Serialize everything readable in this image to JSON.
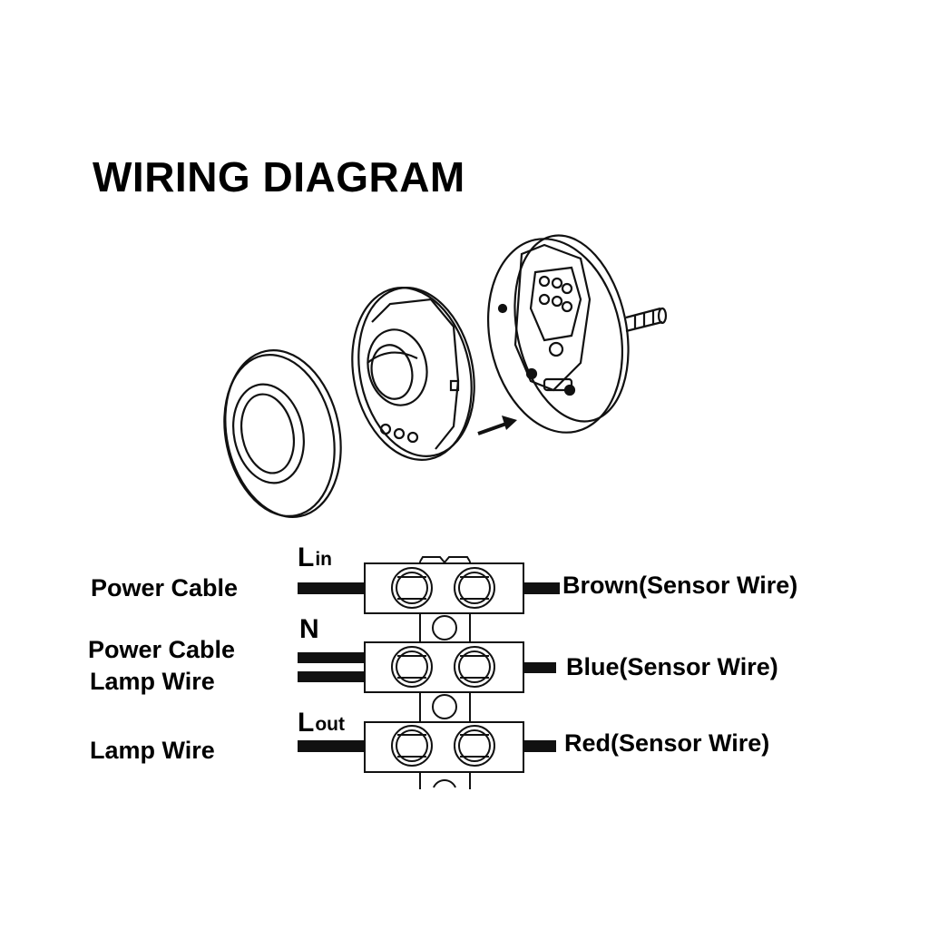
{
  "title": "WIRING DIAGRAM",
  "exploded_view": {
    "parts": [
      "cover-plate",
      "sensor-module",
      "base-housing"
    ],
    "arrow": "assembly-direction"
  },
  "terminals": [
    {
      "main": "L",
      "sub": "in",
      "left_labels": [
        "Power Cable"
      ],
      "right_label": "Brown(Sensor Wire)"
    },
    {
      "main": "N",
      "sub": "",
      "left_labels": [
        "Power Cable",
        "Lamp Wire"
      ],
      "right_label": "Blue(Sensor Wire)"
    },
    {
      "main": "L",
      "sub": "out",
      "left_labels": [
        "Lamp Wire"
      ],
      "right_label": "Red(Sensor Wire)"
    }
  ]
}
